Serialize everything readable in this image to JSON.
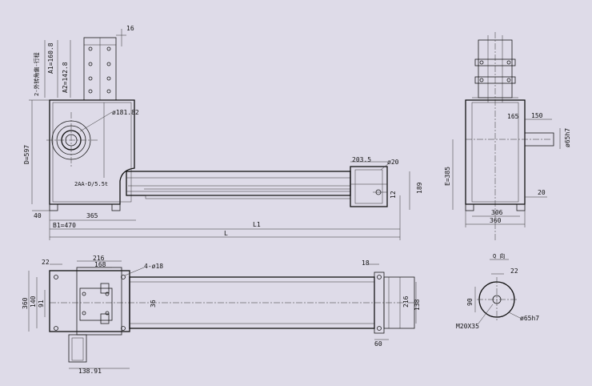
{
  "front_view": {
    "d16": "16",
    "a1": "A1=160.8",
    "a2": "A2=142.8",
    "vnote": "2-外转角偏-行程",
    "dia_wheel": "ø181.82",
    "d_total": "D=597",
    "motor": "2AA-D/5.5t",
    "d203": "203.5",
    "dia20": "ø20",
    "d189": "189",
    "d12": "12",
    "d40": "40",
    "d365": "365",
    "b1": "B1=470",
    "l1": "L1",
    "l": "L"
  },
  "side_view": {
    "d165": "165",
    "d150": "150",
    "shaft": "ø65h7",
    "e385": "E=385",
    "d20": "20",
    "d306": "306",
    "d360": "360"
  },
  "top_view": {
    "d22": "22",
    "d216": "216",
    "d168": "168",
    "holes": "4-ø18",
    "d360": "360",
    "d140": "140",
    "d91": "91",
    "d36": "36",
    "d18": "18",
    "d60": "60",
    "d216b": "216",
    "d138": "138",
    "d138_91": "138.91"
  },
  "detail_view": {
    "label": "Q 向",
    "d22": "22",
    "d90": "90",
    "thread": "M20X35",
    "shaft": "ø65h7"
  }
}
